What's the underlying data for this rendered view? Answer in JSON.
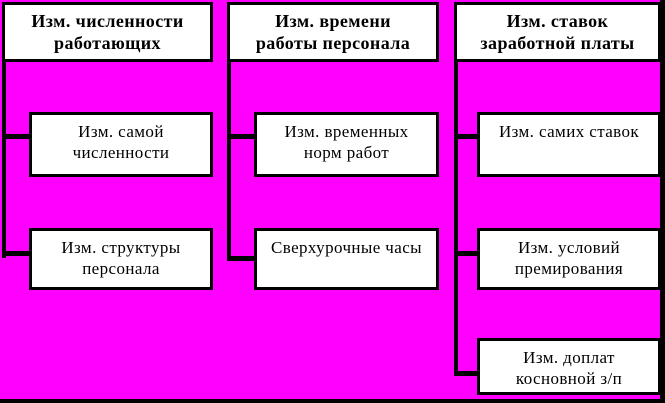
{
  "diagram": {
    "type": "hierarchy-flowchart",
    "colors": {
      "background": "#FF00FF",
      "box_fill": "#FFFFFF",
      "border_and_text": "#000000"
    },
    "columns": [
      {
        "header": {
          "lines": [
            "Изм. численности",
            "работающих"
          ]
        },
        "items": [
          {
            "lines": [
              "Изм. самой",
              "численности"
            ]
          },
          {
            "lines": [
              "Изм. структуры",
              "персонала"
            ]
          }
        ]
      },
      {
        "header": {
          "lines": [
            "Изм. времени",
            "работы персонала"
          ]
        },
        "items": [
          {
            "lines": [
              "Изм. временных",
              "норм работ"
            ]
          },
          {
            "lines": [
              "Сверхурочные часы"
            ]
          }
        ]
      },
      {
        "header": {
          "lines": [
            "Изм. ставок",
            "заработной платы"
          ]
        },
        "items": [
          {
            "lines": [
              "Изм. самих ставок"
            ]
          },
          {
            "lines": [
              "Изм. условий",
              "премирования"
            ]
          },
          {
            "lines": [
              "Изм. доплат",
              "косновной з/п"
            ]
          }
        ]
      }
    ]
  }
}
